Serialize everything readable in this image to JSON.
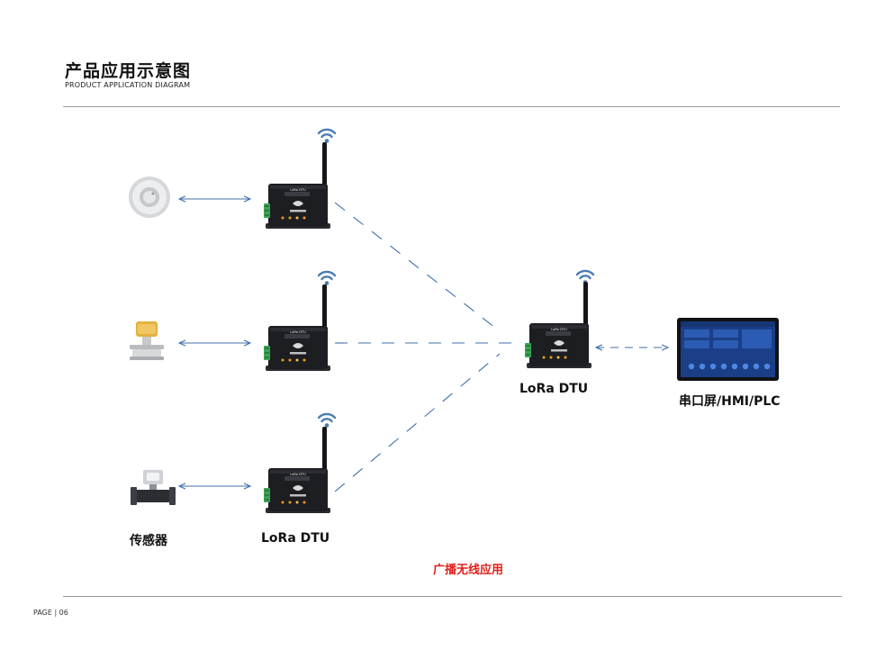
{
  "header": {
    "title": "产品应用示意图",
    "subtitle": "PRODUCT APPLICATION DIAGRAM"
  },
  "labels": {
    "sensor": "传感器",
    "dtu_left": "LoRa DTU",
    "dtu_center": "LoRa DTU",
    "hmi": "串口屏/HMI/PLC",
    "caption": "广播无线应用"
  },
  "device": {
    "badge": "LoRa DTU"
  },
  "footer": {
    "page": "PAGE | 06"
  },
  "colors": {
    "accent_blue": "#4a7bb2",
    "line_blue": "#3f6fae",
    "caption_red": "#e0201b",
    "device_body": "#1d1e22"
  },
  "icons": [
    "wifi-signal-icon",
    "smoke-detector-icon",
    "pressure-transmitter-icon",
    "flow-meter-icon",
    "hmi-screen-icon"
  ]
}
